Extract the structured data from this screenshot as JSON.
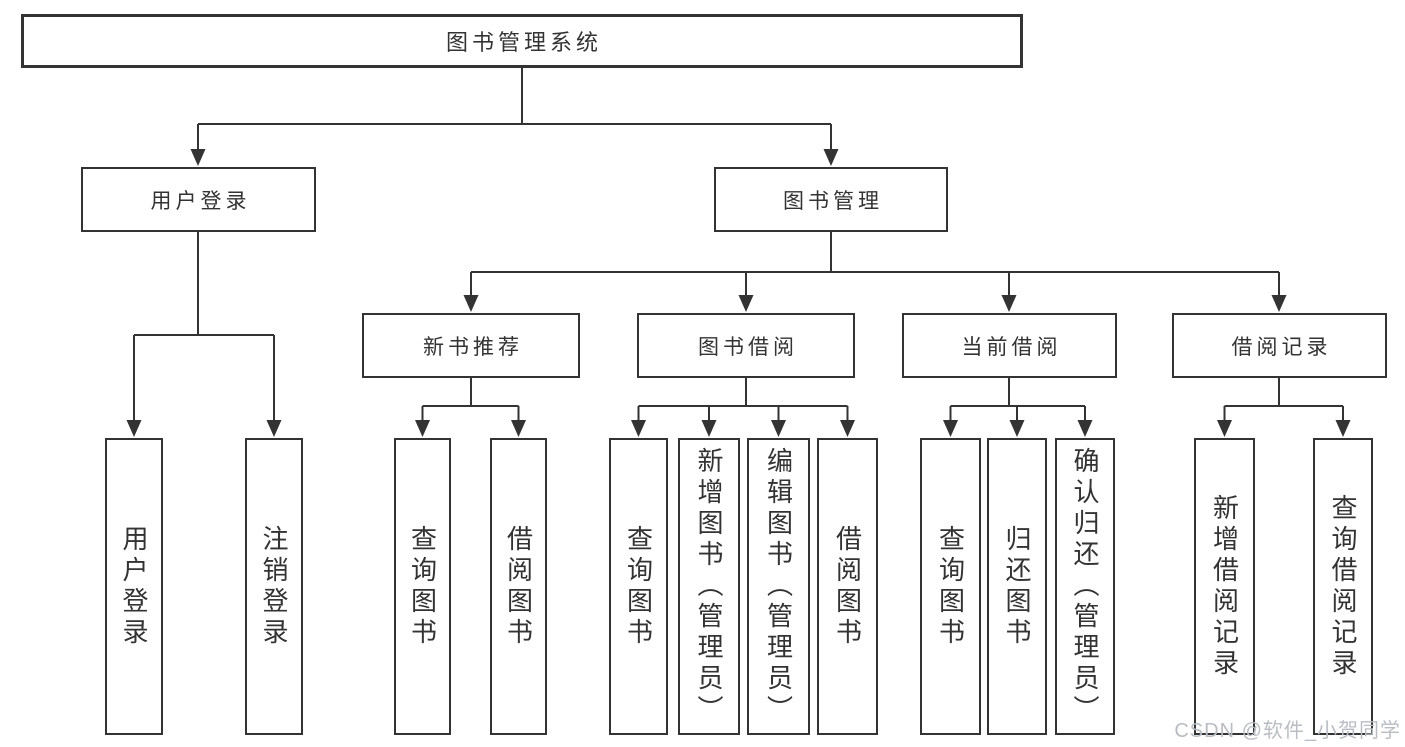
{
  "diagram": {
    "tree": {
      "label": "图书管理系统",
      "children": [
        {
          "label": "用户登录",
          "children": [
            {
              "label": "用户登录"
            },
            {
              "label": "注销登录"
            }
          ]
        },
        {
          "label": "图书管理",
          "children": [
            {
              "label": "新书推荐",
              "children": [
                {
                  "label": "查询图书"
                },
                {
                  "label": "借阅图书"
                }
              ]
            },
            {
              "label": "图书借阅",
              "children": [
                {
                  "label": "查询图书"
                },
                {
                  "label": "新增图书（管理员）"
                },
                {
                  "label": "编辑图书（管理员）"
                },
                {
                  "label": "借阅图书"
                }
              ]
            },
            {
              "label": "当前借阅",
              "children": [
                {
                  "label": "查询图书"
                },
                {
                  "label": "归还图书"
                },
                {
                  "label": "确认归还（管理员）"
                }
              ]
            },
            {
              "label": "借阅记录",
              "children": [
                {
                  "label": "新增借阅记录"
                },
                {
                  "label": "查询借阅记录"
                }
              ]
            }
          ]
        }
      ]
    }
  },
  "watermark": {
    "text": "CSDN @软件_小贺同学"
  },
  "colors": {
    "line": "#333333",
    "text": "#333333",
    "background": "#ffffff",
    "watermark": "#b9bdc3"
  }
}
